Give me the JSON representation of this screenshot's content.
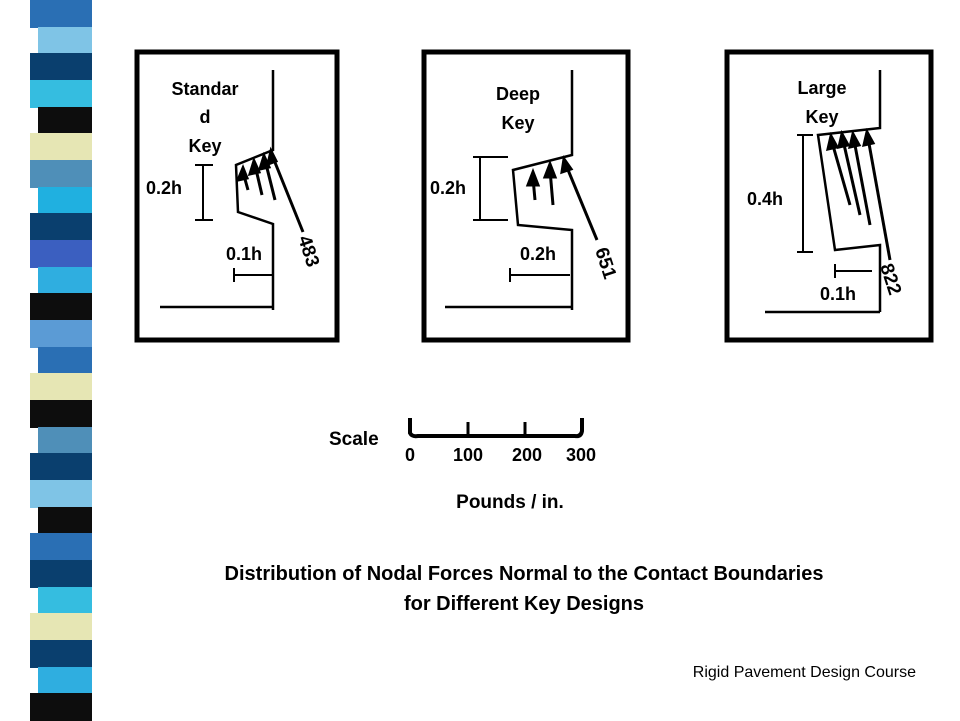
{
  "panels": [
    {
      "title_lines": [
        "Standar",
        "d",
        "Key"
      ],
      "depth_label": "0.2h",
      "offset_label": "0.1h",
      "force_value": "483"
    },
    {
      "title_lines": [
        "Deep",
        "Key"
      ],
      "depth_label": "0.2h",
      "offset_label": "0.2h",
      "force_value": "651"
    },
    {
      "title_lines": [
        "Large",
        "Key"
      ],
      "depth_label": "0.4h",
      "offset_label": "0.1h",
      "force_value": "822"
    }
  ],
  "scale": {
    "label": "Scale",
    "ticks": [
      "0",
      "100",
      "200",
      "300"
    ],
    "units": "Pounds / in."
  },
  "caption_lines": [
    "Distribution of Nodal Forces Normal to the Contact Boundaries",
    "for Different Key Designs"
  ],
  "footer": "Rigid Pavement Design Course",
  "colors": {
    "stripes": [
      "#2a6fb4",
      "#7fc4e6",
      "#0a3f6e",
      "#35bde0",
      "#0d0d0d",
      "#e6e6b4",
      "#4f8fb8",
      "#20b0e0",
      "#0a3f6e",
      "#3b5fc0",
      "#2faee0",
      "#0d0d0d",
      "#5b9bd5",
      "#2a6fb4",
      "#e6e6b4",
      "#0d0d0d",
      "#4f8fb8",
      "#0a3f6e",
      "#7fc4e6",
      "#0d0d0d",
      "#2a6fb4",
      "#0a3f6e",
      "#35bde0",
      "#e6e6b4",
      "#0a3f6e",
      "#2faee0",
      "#0d0d0d"
    ]
  }
}
